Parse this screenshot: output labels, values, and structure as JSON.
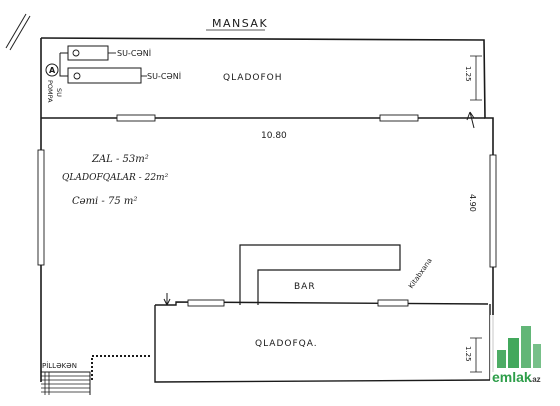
{
  "plan": {
    "title": "MANSAK",
    "rooms": {
      "top": "QLADOFOH",
      "bottom": "QLADOFQA.",
      "bar": "BAR"
    },
    "equipment": {
      "tank_top": "SU-CƏNİ",
      "tank_bottom": "SU-CƏNİ",
      "pump_letter": "A",
      "pump_word_1": "SU",
      "pump_word_2": "POMPA"
    },
    "areas": {
      "zal": "ZAL - 53m²",
      "qladofqalar": "QLADOFQALAR - 22m²",
      "cemi": "Cəmi - 75 m²"
    },
    "dimensions": {
      "width": "10.80",
      "depth": "4.90",
      "top_strip": "1.25",
      "bottom_strip": "1.25"
    },
    "labels": {
      "kitchen": "Kitabxana",
      "stairs": "PİLLƏKƏN"
    }
  },
  "watermark": {
    "brand": "emlak",
    "suffix": ".az",
    "colors": {
      "green": "#2e9e4a",
      "dark": "#3a3a3a"
    }
  }
}
